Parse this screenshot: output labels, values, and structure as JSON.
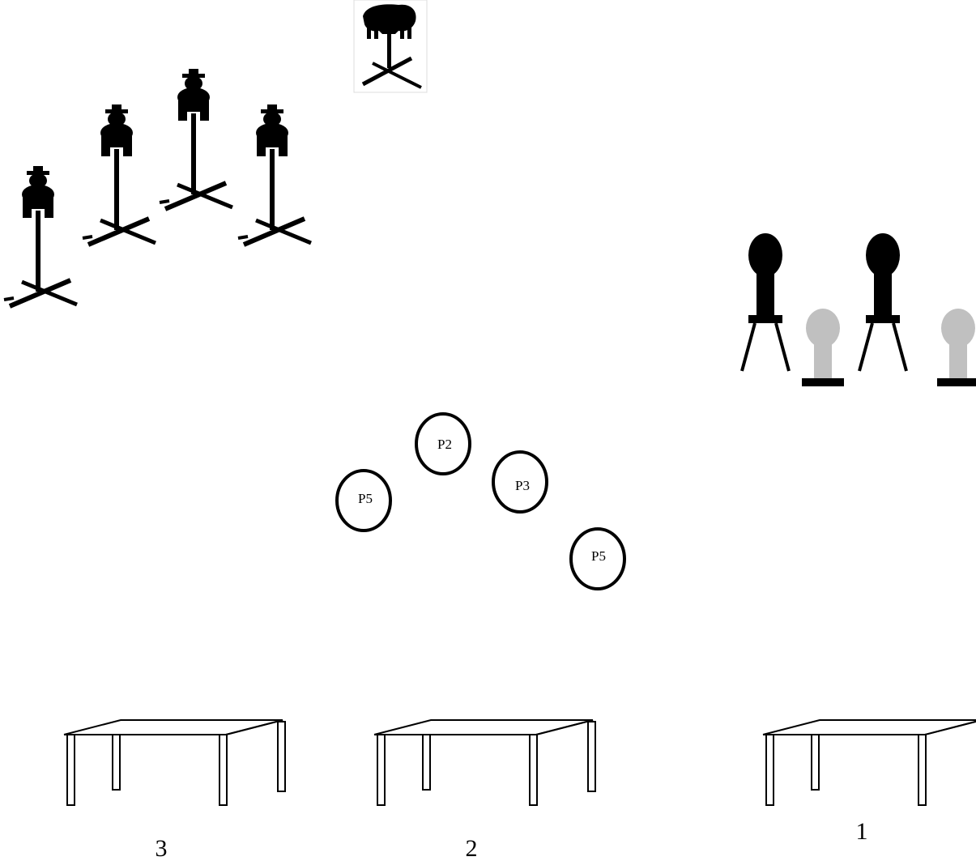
{
  "stage": {
    "targets": [
      {
        "kind": "bandit",
        "icon": "bandit-target-icon"
      },
      {
        "kind": "bandit",
        "icon": "bandit-target-icon"
      },
      {
        "kind": "bandit",
        "icon": "bandit-target-icon"
      },
      {
        "kind": "bandit",
        "icon": "bandit-target-icon"
      },
      {
        "kind": "buffalo",
        "icon": "buffalo-target-icon"
      }
    ],
    "steel": [
      {
        "kind": "popper-standing",
        "color": "#000000"
      },
      {
        "kind": "popper-flat",
        "color": "#c0c0c0"
      },
      {
        "kind": "popper-standing",
        "color": "#000000"
      },
      {
        "kind": "popper-flat",
        "color": "#c0c0c0"
      }
    ],
    "positions": [
      "P2",
      "P3",
      "P5",
      "P5"
    ],
    "tables": [
      "3",
      "2",
      "1"
    ]
  }
}
